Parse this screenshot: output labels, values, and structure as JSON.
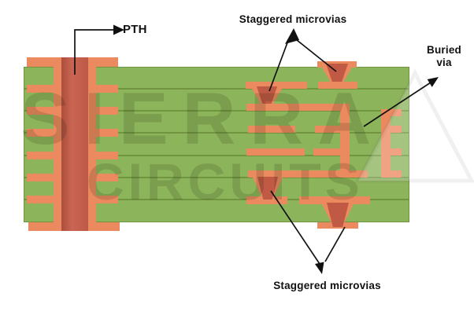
{
  "figure": {
    "type": "pcb-cross-section-diagram",
    "description": "Cross-section of a multilayer PCB showing a plated through hole, staggered microvias on top and bottom, and a buried via",
    "board": {
      "layer_count": 7,
      "internal_layer_lines": 6
    },
    "features": [
      {
        "id": "pth",
        "label": "PTH"
      },
      {
        "id": "staggered-microvias-top",
        "label": "Staggered microvias",
        "via_count": 2
      },
      {
        "id": "buried-via",
        "label": "Buried via"
      },
      {
        "id": "staggered-microvias-bottom",
        "label": "Staggered microvias",
        "via_count": 2
      }
    ]
  },
  "labels": {
    "pth": "PTH",
    "staggered_top": "Staggered microvias",
    "buried_via": "Buried via",
    "staggered_bottom": "Staggered microvias"
  },
  "watermark": {
    "line1": "SIERRA",
    "line2": "CIRCUITS"
  },
  "colors": {
    "background": "#FFFFFF",
    "board_green": "#8CB45B",
    "layer_line_green": "#5A7A2A",
    "copper_light": "#EB8A5F",
    "copper_dark": "#C05A45",
    "annotation": "#111111"
  }
}
